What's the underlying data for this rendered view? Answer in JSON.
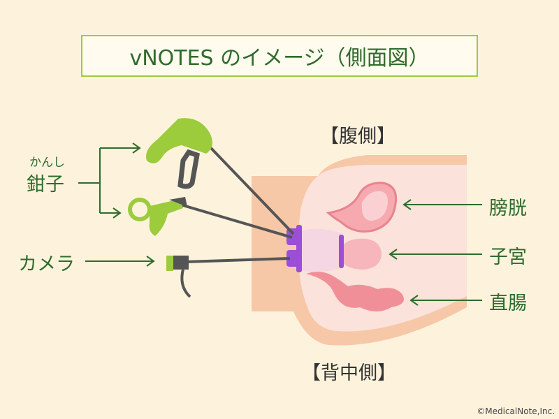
{
  "title": "vNOTES のイメージ（側面図）",
  "labels": {
    "abdomen_side": "【腹側】",
    "back_side": "【背中側】",
    "forceps_ruby": "かんし",
    "forceps": "鉗子",
    "camera": "カメラ",
    "bladder": "膀胱",
    "uterus": "子宮",
    "rectum": "直腸"
  },
  "credit": "©MedicalNote,Inc.",
  "colors": {
    "background": "#fdf3dd",
    "title_border": "#9ccc3c",
    "label_green": "#2f6b2c",
    "instrument_green": "#9ccc3c",
    "instrument_gray": "#555555",
    "body_skin": "#f6c8a8",
    "organ_pink": "#f08f98",
    "port_purple": "#9b4fd6"
  }
}
